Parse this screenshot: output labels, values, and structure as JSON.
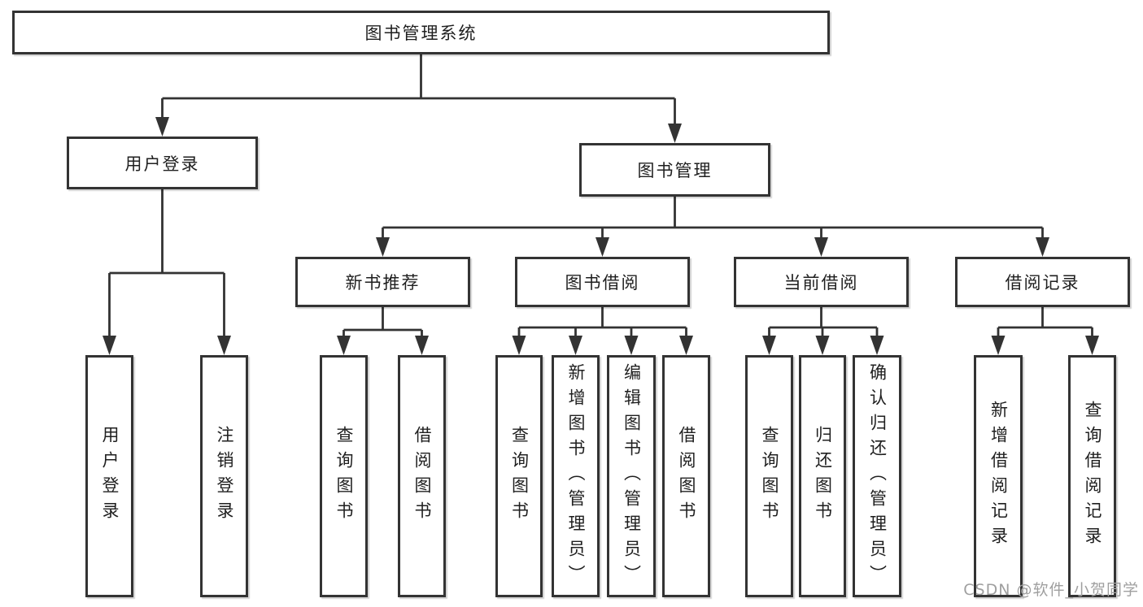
{
  "diagram": {
    "root": {
      "label": "图书管理系统"
    },
    "level2": [
      {
        "label": "用户登录"
      },
      {
        "label": "图书管理"
      }
    ],
    "level3": [
      {
        "label": "新书推荐"
      },
      {
        "label": "图书借阅"
      },
      {
        "label": "当前借阅"
      },
      {
        "label": "借阅记录"
      }
    ],
    "leaves": {
      "user_login": [
        "用户登录",
        "注销登录"
      ],
      "new_books": [
        "查询图书",
        "借阅图书"
      ],
      "book_borrow": [
        "查询图书",
        "新增图书（管理员）",
        "编辑图书（管理员）",
        "借阅图书"
      ],
      "current_borrow": [
        "查询图书",
        "归还图书",
        "确认归还（管理员）"
      ],
      "borrow_records": [
        "新增借阅记录",
        "查询借阅记录"
      ]
    }
  },
  "watermark": {
    "text": "CSDN @软件_小贺同学"
  },
  "colors": {
    "line": "#333333",
    "text": "#1f1f1f",
    "background": "#ffffff",
    "watermark": "#9f9f9f"
  }
}
